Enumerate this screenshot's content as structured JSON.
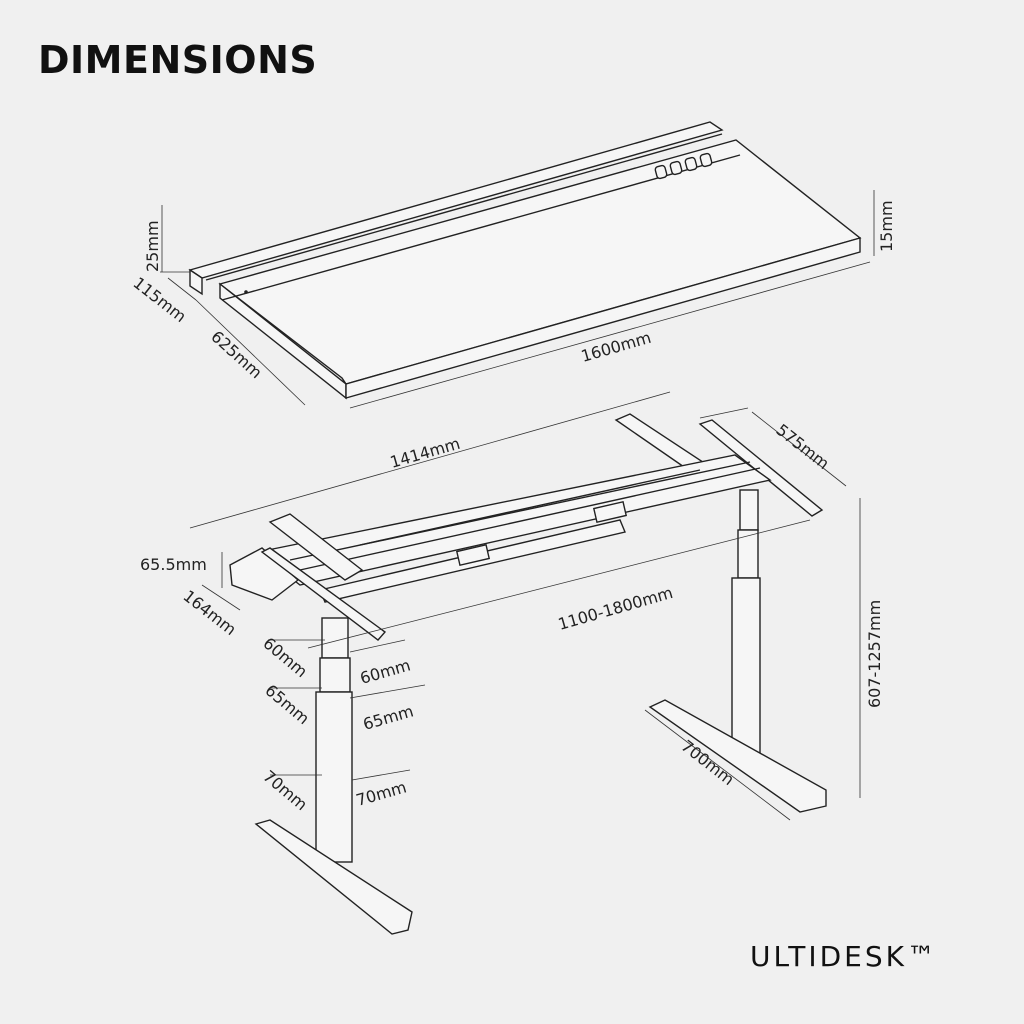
{
  "title": "DIMENSIONS",
  "brand": "ULTIDESK™",
  "desktop": {
    "height_left": "25mm",
    "strip_depth": "115mm",
    "depth": "625mm",
    "width": "1600mm",
    "height_right": "15mm"
  },
  "frame": {
    "top_width": "1414mm",
    "crossbar_depth": "575mm",
    "box_height": "65.5mm",
    "box_depth": "164mm",
    "width_range": "1100-1800mm",
    "height_range": "607-1257mm",
    "leg_upper_a": "60mm",
    "leg_upper_b": "60mm",
    "leg_mid_a": "65mm",
    "leg_mid_b": "65mm",
    "leg_lower_a": "70mm",
    "leg_lower_b": "70mm",
    "foot_length": "700mm"
  }
}
